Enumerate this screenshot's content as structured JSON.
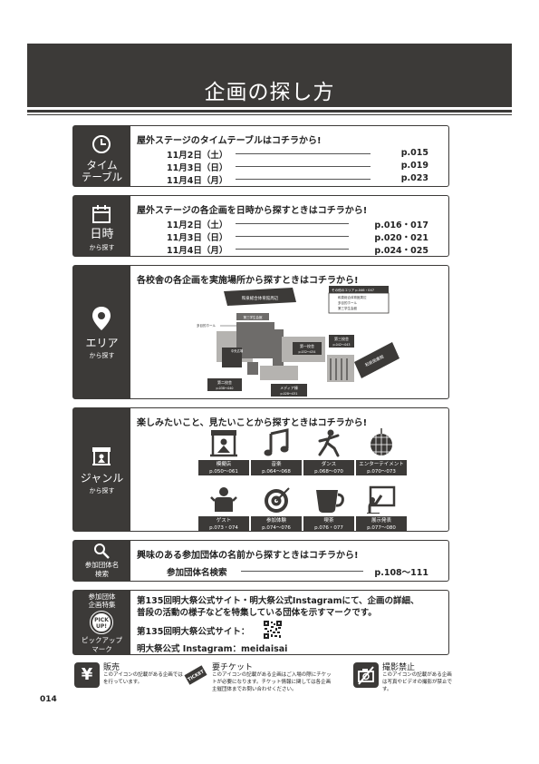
{
  "title": "企画の探し方",
  "page_number": "014",
  "timetable": {
    "side_label_1": "タイム",
    "side_label_2": "テーブル",
    "heading": "屋外ステージのタイムテーブルはコチラから!",
    "rows": [
      {
        "date": "11月2日（土）",
        "pages": "p.015"
      },
      {
        "date": "11月3日（日）",
        "pages": "p.019"
      },
      {
        "date": "11月4日（月）",
        "pages": "p.023"
      }
    ]
  },
  "datetime": {
    "side_main": "日時",
    "side_sub": "から探す",
    "heading": "屋外ステージの各企画を日時から探すときはコチラから!",
    "rows": [
      {
        "date": "11月2日（土）",
        "pages": "p.016・017"
      },
      {
        "date": "11月3日（日）",
        "pages": "p.020・021"
      },
      {
        "date": "11月4日（月）",
        "pages": "p.024・025"
      }
    ]
  },
  "area": {
    "side_main": "エリア",
    "side_sub": "から探す",
    "heading": "各校舎の各企画を実施場所から探すときはコチラから!",
    "map": {
      "gym": "和泉総合体育館周辺",
      "hall_entrance": "多目的ホール",
      "building3_top": "第三学生会館",
      "other_area_title": "その他のエリア p.046・047",
      "other_area_items": [
        "和泉総合体育館周辺",
        "多目的ホール",
        "第三学生会館"
      ],
      "center": "第一校舎",
      "center_pages": "p.032〜034",
      "building3": "第三校舎",
      "building3_pages": "p.042〜043",
      "building2": "第二校舎",
      "building2_pages": "p.038〜040",
      "media": "メディア棟",
      "media_pages": "p.028〜031",
      "library": "和泉図書館",
      "square": "中央広場"
    }
  },
  "genre": {
    "side_main": "ジャンル",
    "side_sub": "から探す",
    "heading": "楽しみたいこと、見たいことから探すときはコチラから!",
    "items": [
      {
        "label": "模擬店",
        "pages": "p.050〜061",
        "icon": "stall-icon"
      },
      {
        "label": "音楽",
        "pages": "p.064〜068",
        "icon": "music-note-icon"
      },
      {
        "label": "ダンス",
        "pages": "p.068〜070",
        "icon": "dancer-icon"
      },
      {
        "label": "エンターテイメント",
        "pages": "p.070〜073",
        "icon": "mirror-ball-icon"
      },
      {
        "label": "ゲスト",
        "pages": "p.073・074",
        "icon": "guest-icon"
      },
      {
        "label": "参加体験",
        "pages": "p.074〜076",
        "icon": "target-icon"
      },
      {
        "label": "喫茶",
        "pages": "p.076・077",
        "icon": "cup-icon"
      },
      {
        "label": "展示発表",
        "pages": "p.077〜080",
        "icon": "presentation-icon"
      }
    ]
  },
  "group_search": {
    "side_main_1": "参加団体名",
    "side_main_2": "検索",
    "heading": "興味のある参加団体の名前から探すときはコチラから!",
    "row_label": "参加団体名検索",
    "row_pages": "p.108〜111"
  },
  "pickup": {
    "side_top_1": "参加団体",
    "side_top_2": "企画特集",
    "badge_1": "PICK",
    "badge_2": "UP!",
    "side_bottom_1": "ピックアップ",
    "side_bottom_2": "マーク",
    "text_1": "第135回明大祭公式サイト・明大祭公式Instagramにて、企画の詳細、",
    "text_2": "普段の活動の様子などを特集している団体を示すマークです。",
    "site_label": "第135回明大祭公式サイト：",
    "instagram_label": "明大祭公式 Instagram：meidaisai"
  },
  "marks": [
    {
      "title": "販売",
      "desc": "このアイコンの記載がある企画では物品販売を行っています。",
      "icon": "yen-icon"
    },
    {
      "title": "要チケット",
      "desc": "このアイコンの記載がある企画はご入場の際にチケットが必要になります。チケット情報に関しては各企画主催団体までお問い合わせください。",
      "icon": "ticket-icon"
    },
    {
      "title": "撮影禁止",
      "desc": "このアイコンの記載がある企画は写真やビデオの撮影が禁止です。",
      "icon": "no-camera-icon"
    }
  ],
  "colors": {
    "dark": "#3c3a38",
    "map_gray": "#6e6c6a",
    "map_light": "#b5b3b0"
  }
}
